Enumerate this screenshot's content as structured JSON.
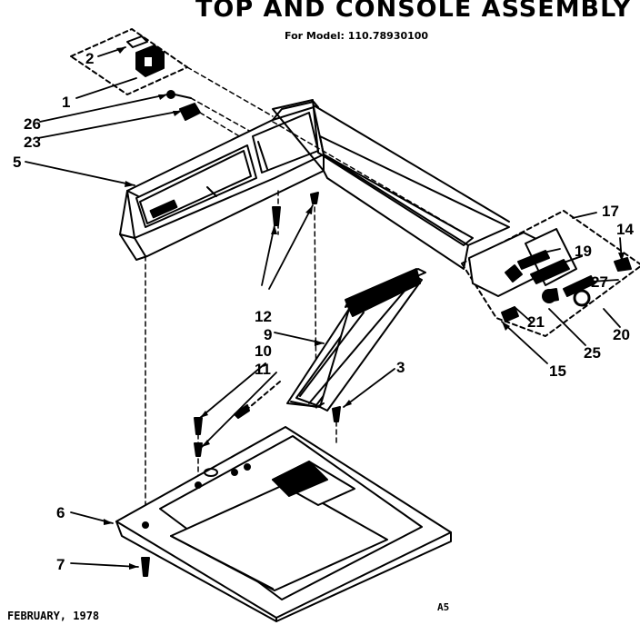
{
  "title": "TOP AND CONSOLE ASSEMBLY",
  "subtitle": "For Model: 110.78930100",
  "footer": {
    "date": "FEBRUARY, 1978",
    "page": "A5"
  },
  "callouts": [
    "2",
    "1",
    "26",
    "23",
    "5",
    "12",
    "9",
    "10",
    "11",
    "3",
    "6",
    "7",
    "17",
    "14",
    "19",
    "27",
    "21",
    "15",
    "25",
    "20"
  ],
  "colors": {
    "ink": "#000000",
    "paper": "#ffffff"
  }
}
